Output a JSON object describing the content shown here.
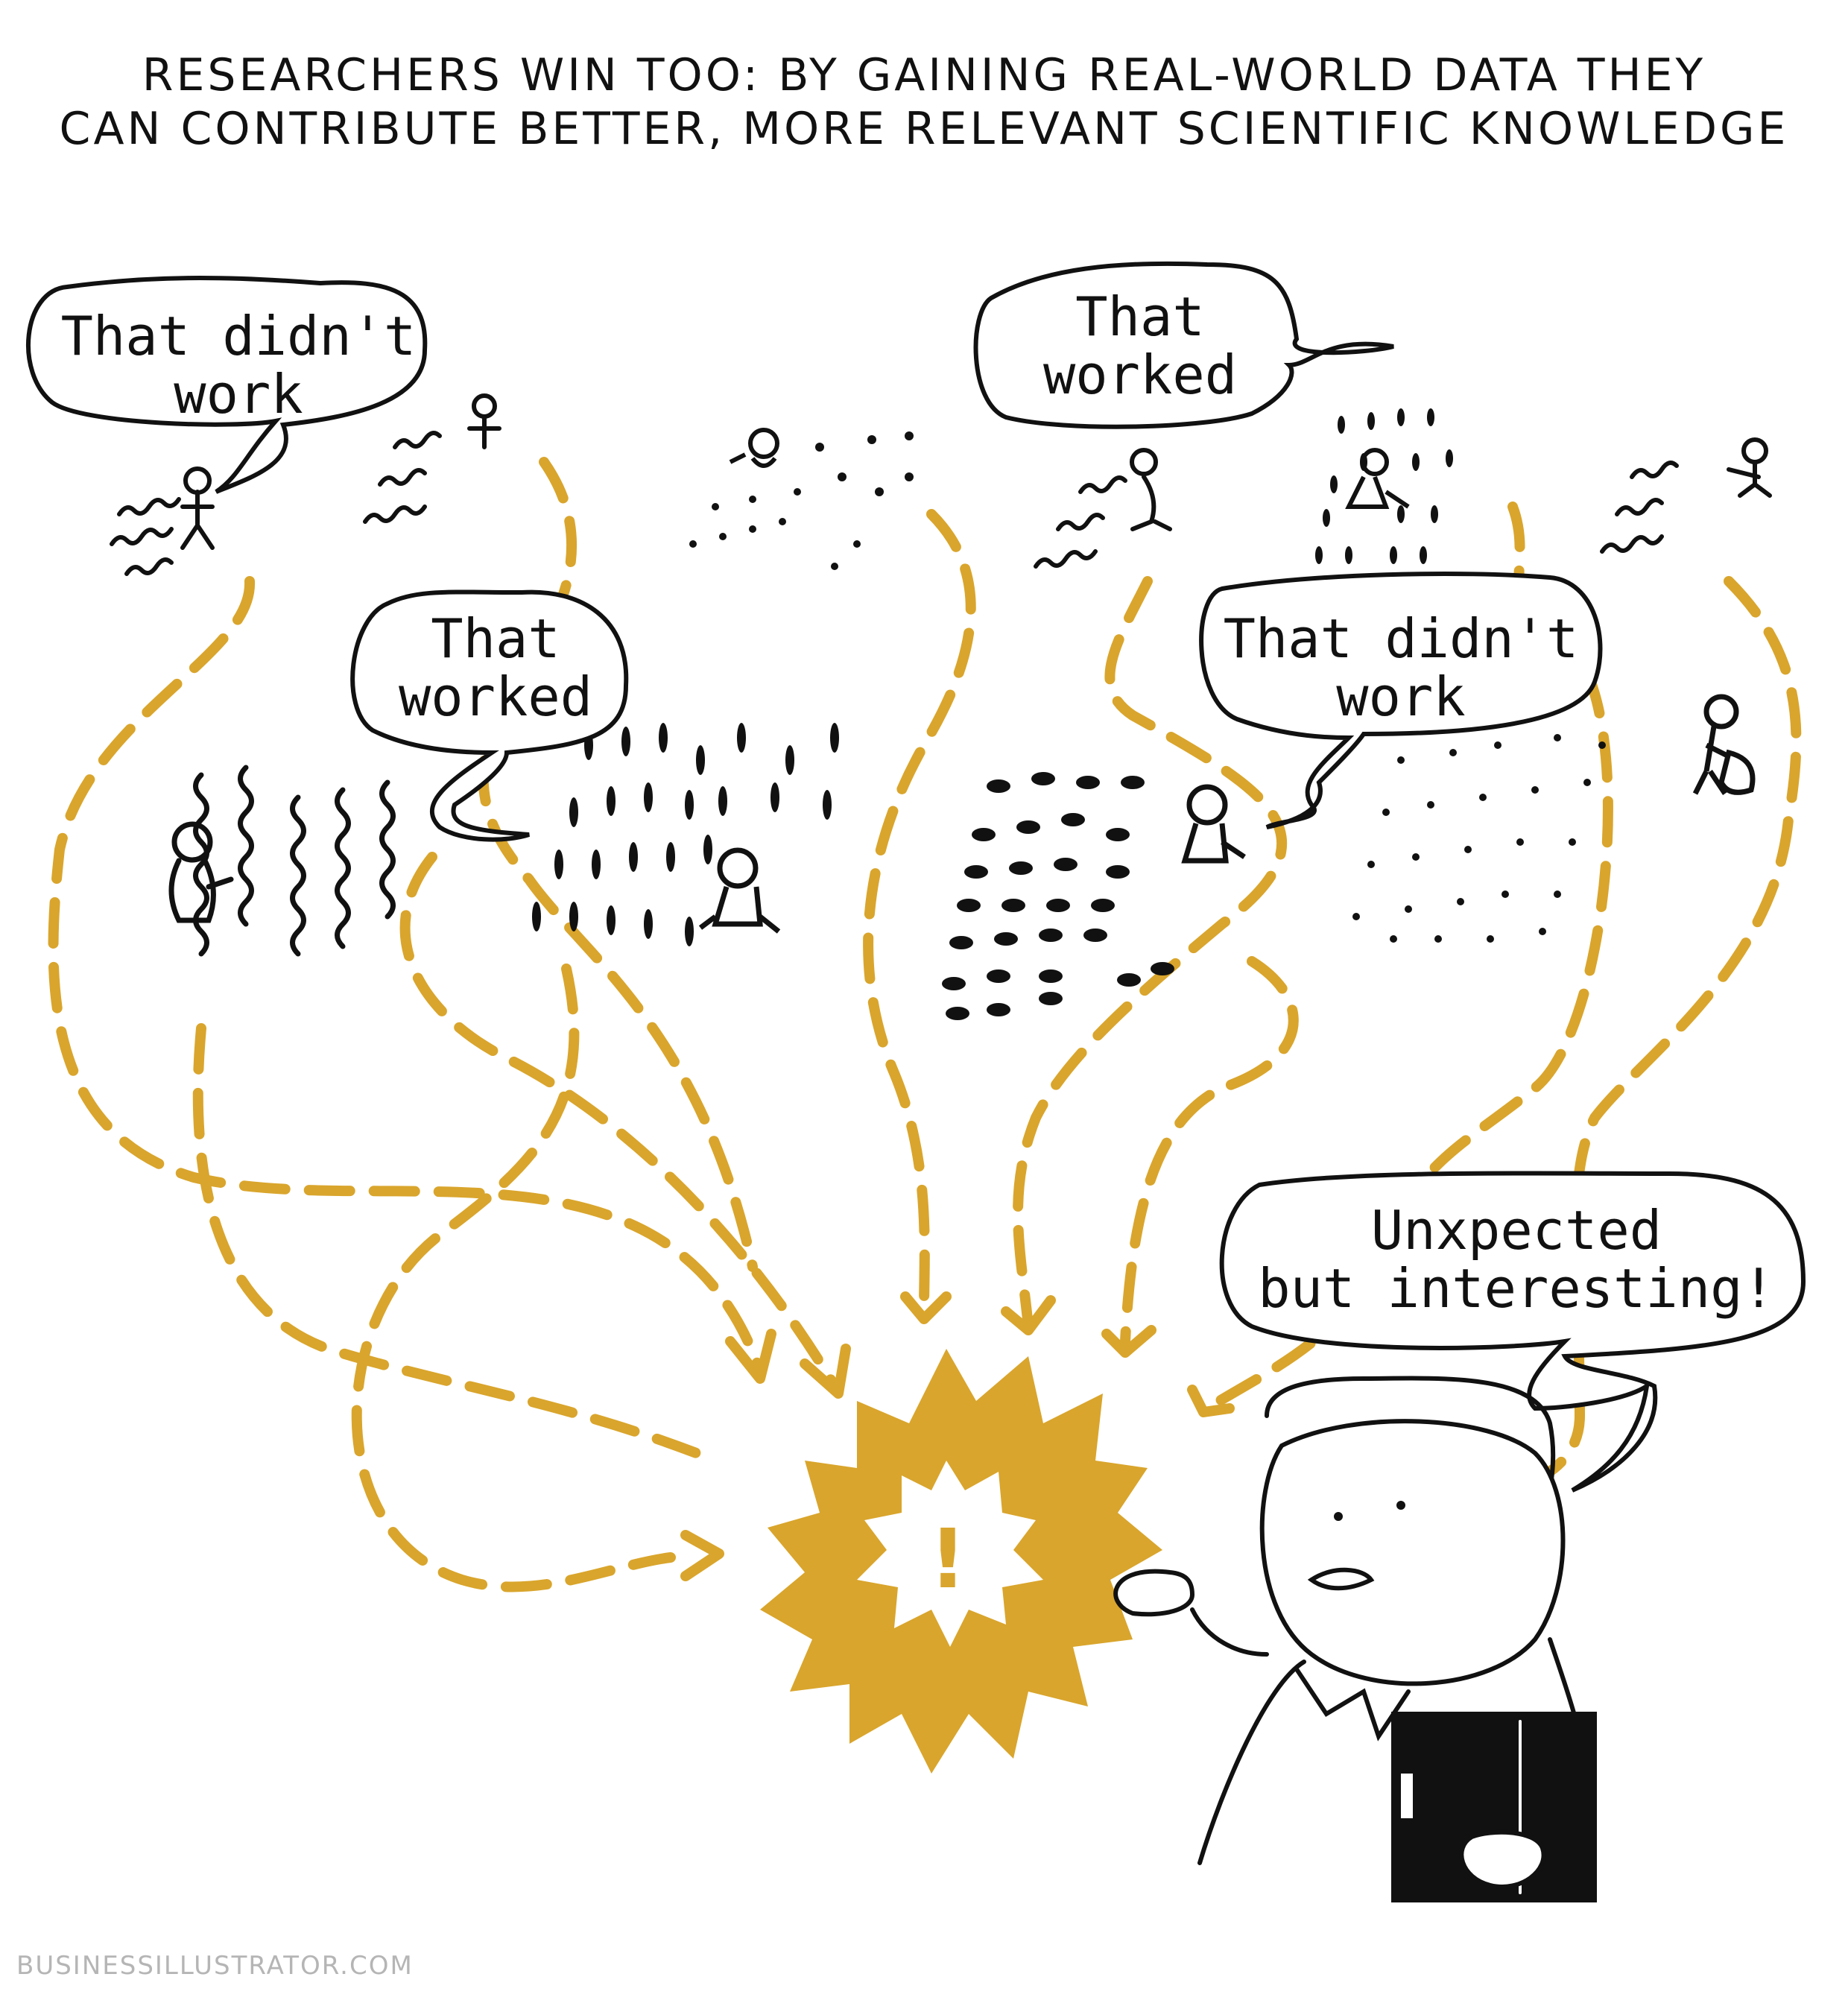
{
  "headline": {
    "line1": "RESEARCHERS WIN TOO: BY GAINING REAL-WORLD DATA THEY",
    "line2": "CAN CONTRIBUTE BETTER, MORE RELEVANT SCIENTIFIC KNOWLEDGE"
  },
  "bubbles": [
    {
      "line1": "That didn't",
      "line2": "work"
    },
    {
      "line1": "That",
      "line2": "worked"
    },
    {
      "line1": "That",
      "line2": "worked"
    },
    {
      "line1": "That didn't",
      "line2": "work"
    },
    {
      "line1": "Unxpected",
      "line2": "but interesting!"
    }
  ],
  "burst": {
    "symbol": "!"
  },
  "credit": "BUSINESSILLUSTRATOR.COM",
  "colors": {
    "accent": "#d9a52c",
    "ink": "#111111",
    "background": "#ffffff"
  }
}
